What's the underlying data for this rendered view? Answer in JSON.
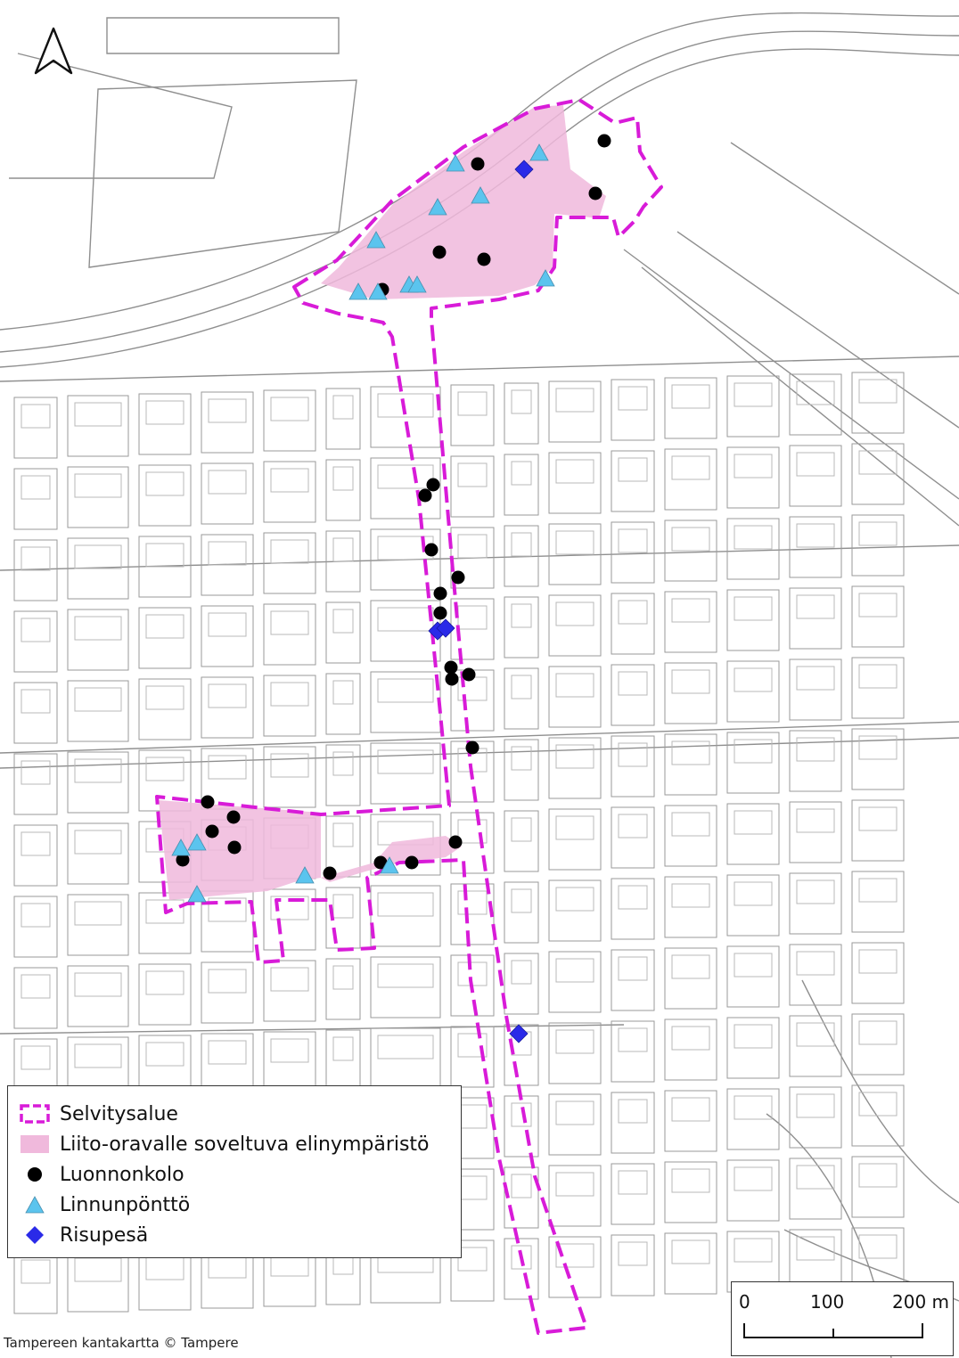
{
  "legend": {
    "items": [
      {
        "key": "study_area",
        "label": "Selvitysalue"
      },
      {
        "key": "habitat",
        "label": "Liito-oravalle soveltuva elinympäristö"
      },
      {
        "key": "natural_cavity",
        "label": "Luonnonkolo"
      },
      {
        "key": "nest_box",
        "label": "Linnunpönttö"
      },
      {
        "key": "twig_nest",
        "label": "Risupesä"
      }
    ]
  },
  "scale_bar": {
    "labels": [
      "0",
      "100",
      "200 m"
    ]
  },
  "attribution": "Tampereen kantakartta © Tampere",
  "colors": {
    "study_area_outline": "#d81bd8",
    "habitat_fill": "#f0b9dc",
    "natural_cavity": "#000000",
    "nest_box": "#5bc4ee",
    "twig_nest": "#2a2ae8",
    "basemap_line": "#8a8a8a"
  },
  "icons": {
    "north_arrow": "north-arrow-icon"
  }
}
